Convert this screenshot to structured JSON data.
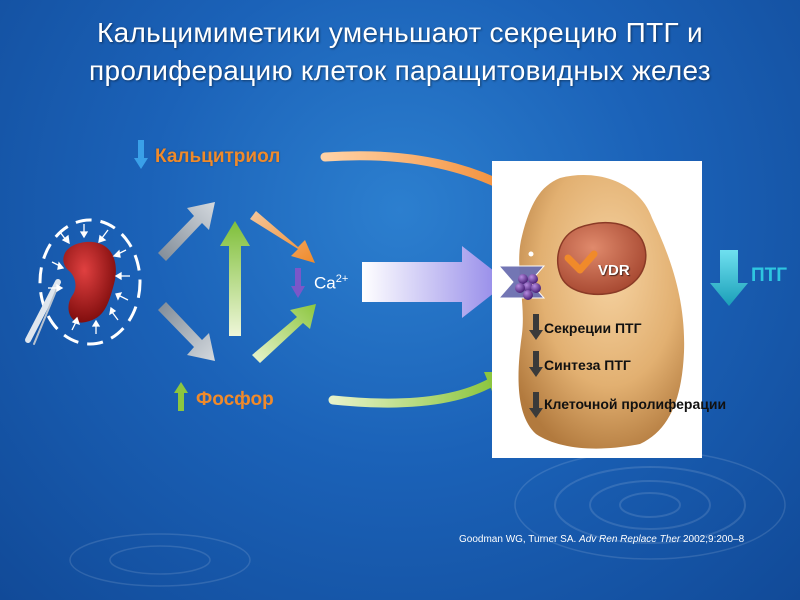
{
  "title": {
    "line1": "Кальцимиметики уменьшают секрецию ПТГ и",
    "line2": "пролиферацию клеток паращитовидных желез"
  },
  "labels": {
    "calcitriol": "Кальцитриол",
    "phosphorus": "Фосфор",
    "calcium_base": "Ca",
    "calcium_sup": "2+",
    "vdr": "VDR",
    "pth": "ПТГ"
  },
  "cell_effects": [
    "Секреции ПТГ",
    "Синтеза ПТГ",
    "Клеточной пролиферации"
  ],
  "citation": {
    "authors": "Goodman WG, Turner SA. ",
    "journal": "Adv Ren Replace Ther",
    "details": " 2002;9:200–8"
  },
  "colors": {
    "background": "#1b62b8",
    "orange": "#f08a2a",
    "green": "#a8d16a",
    "cyan": "#2ec6e0",
    "kidney": "#b01818",
    "cell": "#e2b071",
    "vdr": "#c96a4e",
    "receptor": "#6c3f9e"
  },
  "icons": {
    "calcitriol_trend": "arrow-down-icon",
    "phosphorus_trend": "arrow-up-icon",
    "calcium_trend": "arrow-down-icon",
    "pth_trend": "arrow-down-icon",
    "kidney": "kidney-icon",
    "receptor": "calcium-sensing-receptor-icon",
    "calcimimetic": "calcimimetic-molecule-icon"
  }
}
